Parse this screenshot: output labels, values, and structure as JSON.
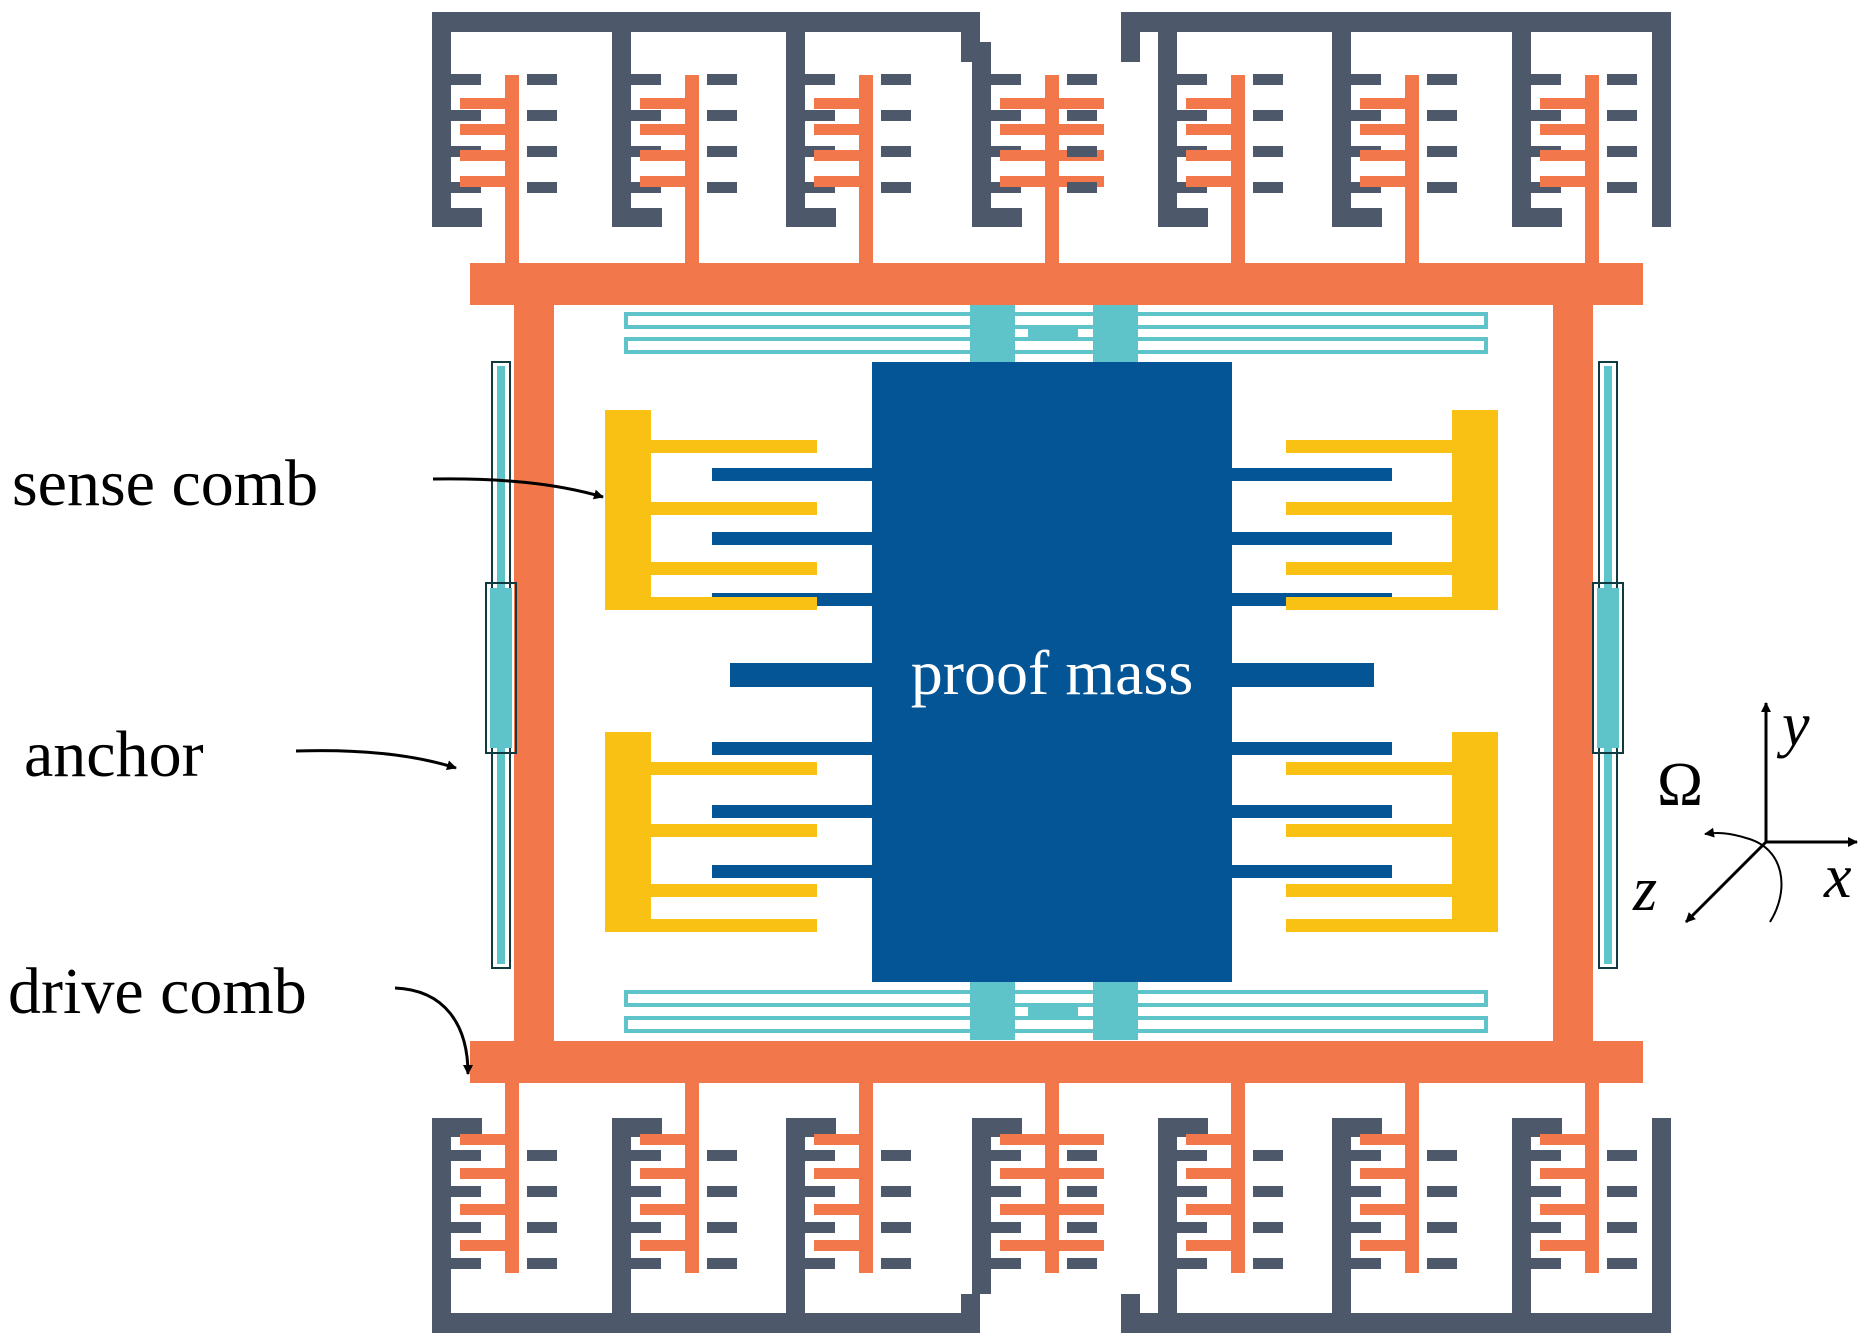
{
  "labels": {
    "sense_comb": "sense comb",
    "anchor": "anchor",
    "drive_comb": "drive comb",
    "proof_mass": "proof mass"
  },
  "axes": {
    "x": "x",
    "y": "y",
    "z": "z",
    "rotation": "Ω"
  },
  "colors": {
    "drive": "#f2774b",
    "frame_gray": "#4e586b",
    "proof_mass": "#035596",
    "sense": "#f8c114",
    "spring": "#5ec4c9",
    "text": "#000000"
  }
}
